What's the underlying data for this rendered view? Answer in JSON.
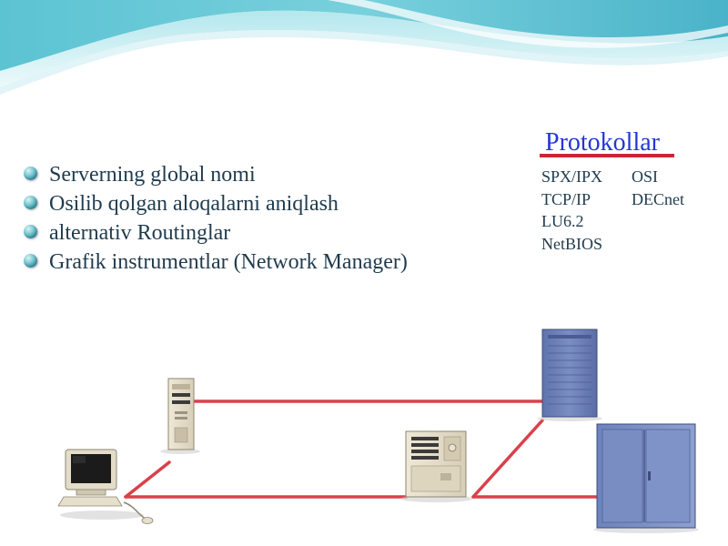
{
  "bullets": [
    "Serverning global nomi",
    "Osilib qolgan aloqalarni aniqlash",
    "alternativ Routinglar",
    "Grafik instrumentlar (Network Manager)"
  ],
  "protocols": {
    "title": "Protokollar",
    "items": [
      [
        "SPX/IPX",
        "OSI"
      ],
      [
        "TCP/IP",
        "DECnet"
      ],
      [
        "LU6.2",
        ""
      ],
      [
        "NetBIOS",
        ""
      ]
    ]
  },
  "colors": {
    "link_line": "#d9414a",
    "title_blue": "#2437d4",
    "underline_red": "#cc2633",
    "wave_teal": "#5cc3d3"
  },
  "diagram": {
    "devices": [
      "desktop-computer",
      "tower-pc",
      "file-server",
      "blue-server-cabinet",
      "blue-mainframe"
    ]
  }
}
